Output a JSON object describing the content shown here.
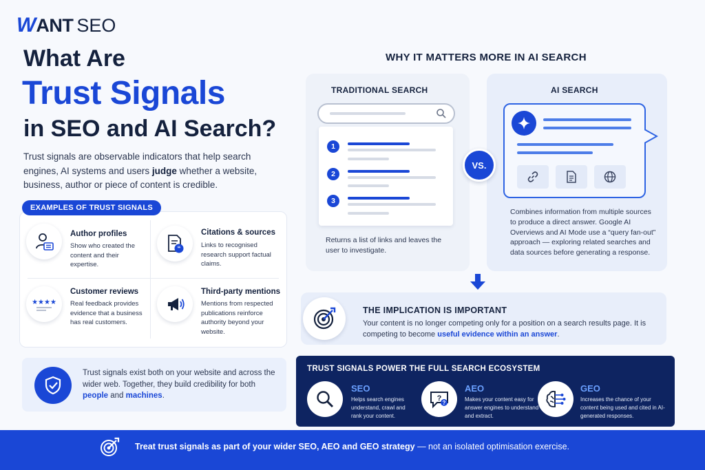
{
  "logo": {
    "w": "W",
    "ant": "ANT",
    "seo": "SEO"
  },
  "title": {
    "line1": "What Are",
    "line2": "Trust Signals",
    "line3": "in SEO and AI Search?"
  },
  "intro": {
    "before": "Trust signals are observable indicators that help search engines, AI systems and users ",
    "bold": "judge",
    "after": " whether a website, business, author or piece of content is credible."
  },
  "examples": {
    "label": "EXAMPLES OF TRUST SIGNALS",
    "items": [
      {
        "title": "Author profiles",
        "desc": "Show who created the content and their expertise.",
        "icon": "author-icon"
      },
      {
        "title": "Citations & sources",
        "desc": "Links to recognised research support factual claims.",
        "icon": "citation-icon"
      },
      {
        "title": "Customer reviews",
        "desc": "Real feedback provides evidence that a business has real customers.",
        "icon": "stars-icon"
      },
      {
        "title": "Third-party mentions",
        "desc": "Mentions from respected publications reinforce authority beyond your website.",
        "icon": "megaphone-icon"
      }
    ]
  },
  "both": {
    "before": "Trust signals exist both on your website and across the wider web. Together, they build credibility for both ",
    "people": "people",
    "and": " and ",
    "machines": "machines",
    "end": "."
  },
  "why": {
    "title": "WHY IT MATTERS MORE IN AI SEARCH",
    "traditional": {
      "label": "TRADITIONAL SEARCH",
      "results": [
        "1",
        "2",
        "3"
      ],
      "desc": "Returns a list of links and leaves the user to investigate."
    },
    "vs": "VS.",
    "ai": {
      "label": "AI SEARCH",
      "desc": "Combines information from multiple sources to produce a direct answer. Google AI Overviews and AI Mode use a “query fan-out” approach — exploring related searches and data sources before generating a response."
    }
  },
  "implication": {
    "title": "THE IMPLICATION IS IMPORTANT",
    "before": "Your content is no longer competing only for a position on a search results page. It is competing to become ",
    "highlight": "useful evidence within an answer",
    "end": "."
  },
  "ecosystem": {
    "title": "TRUST SIGNALS POWER THE FULL SEARCH ECOSYSTEM",
    "items": [
      {
        "name": "SEO",
        "desc": "Helps search engines understand, crawl and rank your content.",
        "icon": "magnifier-icon"
      },
      {
        "name": "AEO",
        "desc": "Makes your content easy for answer engines to understand and extract.",
        "icon": "question-chat-icon"
      },
      {
        "name": "GEO",
        "desc": "Increases the chance of your content being used and cited in AI-generated responses.",
        "icon": "brain-circuit-icon"
      }
    ]
  },
  "footer": {
    "bold": "Treat trust signals as part of your wider SEO, AEO and GEO strategy",
    "rest": " — not an isolated optimisation exercise."
  },
  "colors": {
    "accent": "#1a47d6",
    "navy": "#14213d",
    "dark_panel": "#0e2461",
    "light_panel": "#e8eefa"
  }
}
